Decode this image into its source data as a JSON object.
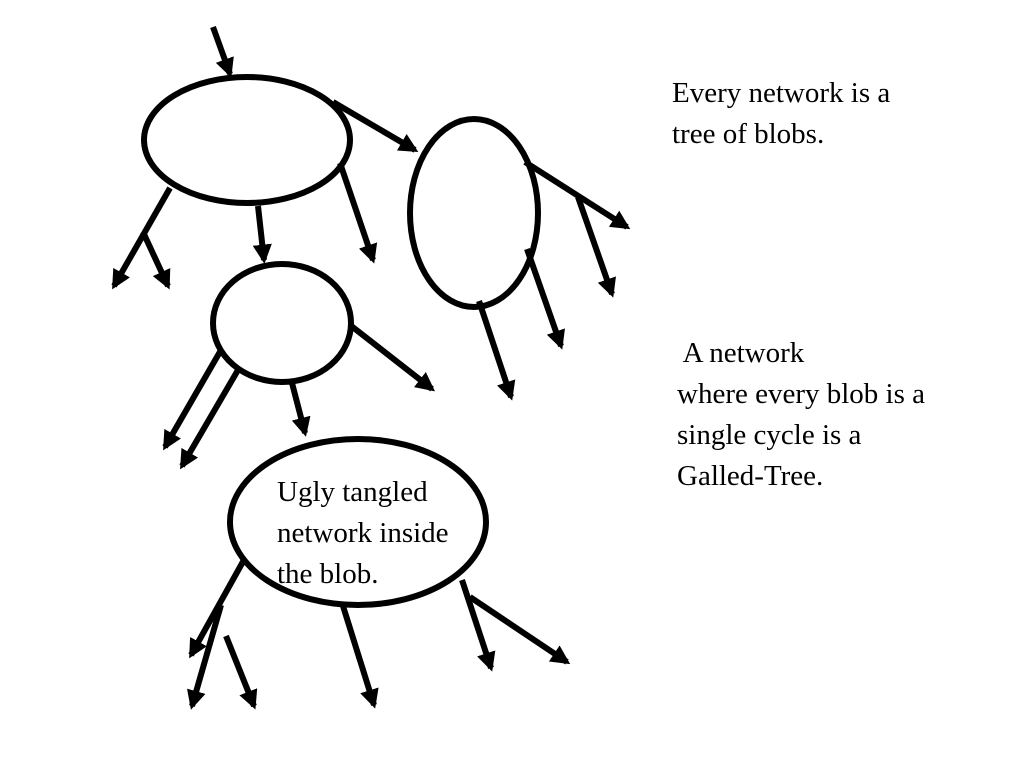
{
  "colors": {
    "ink": "#000000",
    "background": "#ffffff"
  },
  "captions": {
    "tree_of_blobs": [
      "Every network is a",
      "tree of blobs."
    ],
    "galled_tree": [
      " A network",
      "where every blob is a",
      "single cycle is a",
      "Galled-Tree."
    ]
  },
  "blob_label": [
    "Ugly tangled",
    "network inside",
    "the blob."
  ],
  "diagram": {
    "blobs": [
      "root-blob",
      "right-blob",
      "middle-blob",
      "tangled-blob"
    ],
    "edge_count": 19
  }
}
